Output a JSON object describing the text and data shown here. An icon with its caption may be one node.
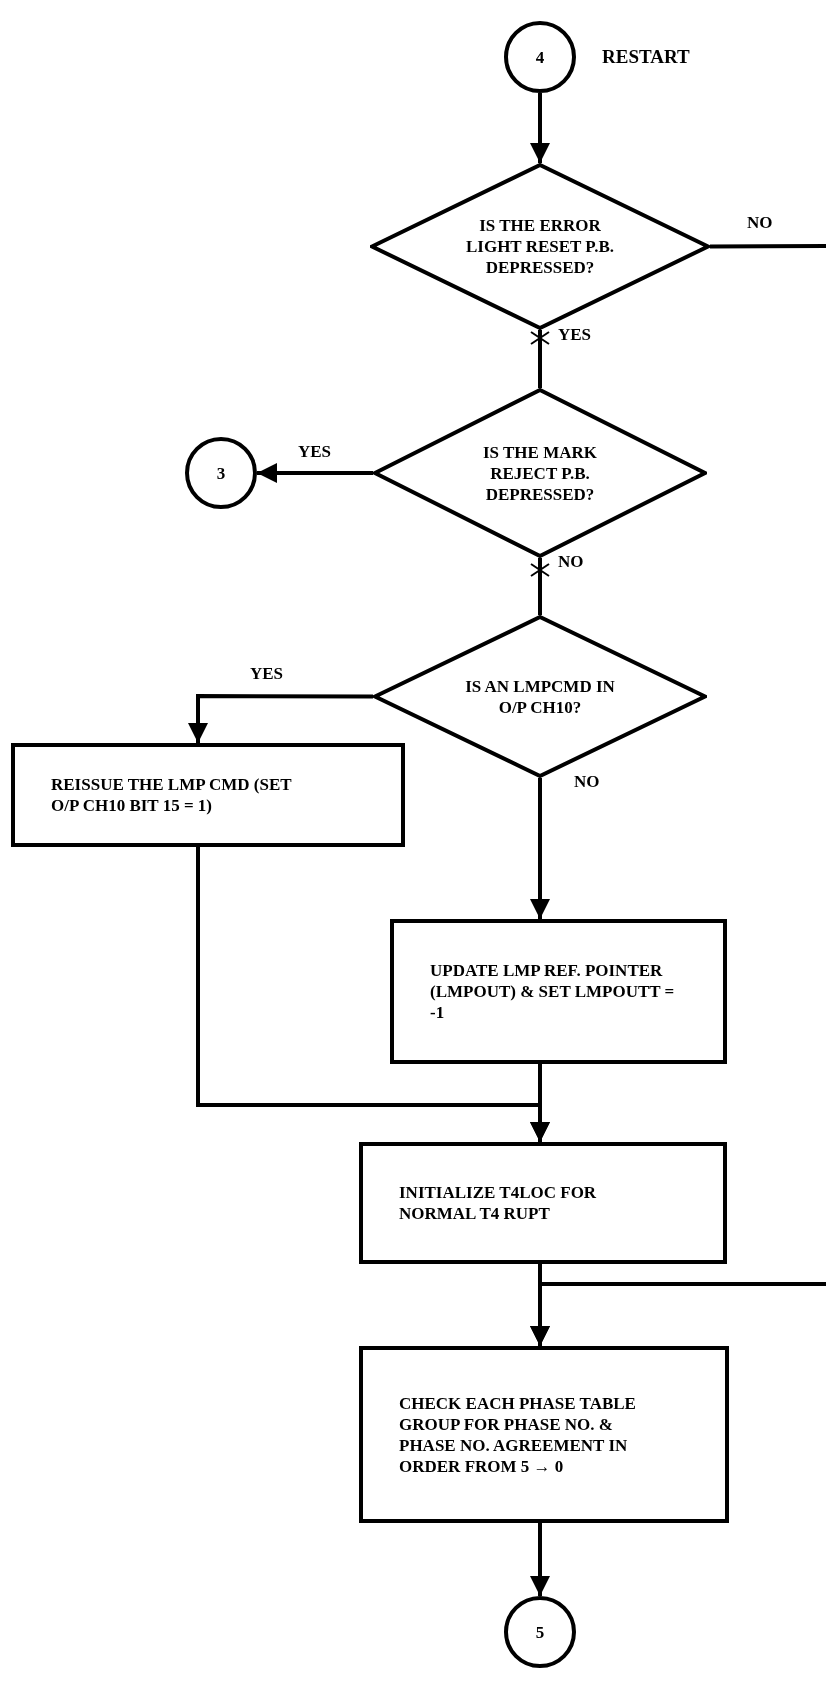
{
  "diagram": {
    "nodes": [
      {
        "text": [
          "4"
        ],
        "beside": [
          "RESTART"
        ]
      },
      {
        "text": [
          "IS THE ERROR LIGHT RESET P.B. DEPRESSED?"
        ]
      },
      {
        "text": [
          "IS THE MARK REJECT P.B. DEPRESSED?"
        ]
      },
      {
        "text": [
          "3"
        ]
      },
      {
        "text": [
          "IS AN LMPCMD IN O/P CH10?"
        ]
      },
      {
        "text": [
          "REISSUE THE LMP CMD (SET O/P CH10 BIT 15 = 1)"
        ]
      },
      {
        "text": [
          "UPDATE LMP REF. POINTER (LMPOUT) & SET LMPOUTT = -1"
        ]
      },
      {
        "text": [
          "INITIALIZE T4LOC FOR NORMAL T4 RUPT"
        ]
      },
      {
        "text": [
          "CHECK EACH PHASE TABLE GROUP FOR PHASE NO. & PHASE NO. AGREEMENT IN ORDER FROM 5 → 0"
        ]
      },
      {
        "text": [
          "5"
        ]
      }
    ],
    "edges": [
      {
        "from": 0,
        "to": 1,
        "arrow": "to"
      },
      {
        "from": 1,
        "to": null,
        "label": "NO",
        "arrow": "none"
      },
      {
        "from": 1,
        "to": 2,
        "label": "YES",
        "arrow": "none"
      },
      {
        "from": 2,
        "to": 3,
        "label": "YES",
        "arrow": "to"
      },
      {
        "from": 2,
        "to": 4,
        "label": "NO",
        "arrow": "none"
      },
      {
        "from": 4,
        "to": 5,
        "label": "YES",
        "arrow": "to"
      },
      {
        "from": 4,
        "to": 6,
        "label": "NO",
        "arrow": "to"
      },
      {
        "from": 5,
        "to": 7,
        "arrow": "to"
      },
      {
        "from": 6,
        "to": 7,
        "arrow": "to"
      },
      {
        "from": null,
        "to": 8,
        "arrow": "to"
      },
      {
        "from": 7,
        "to": 8,
        "arrow": "to"
      },
      {
        "from": 8,
        "to": 9,
        "arrow": "to"
      }
    ]
  }
}
